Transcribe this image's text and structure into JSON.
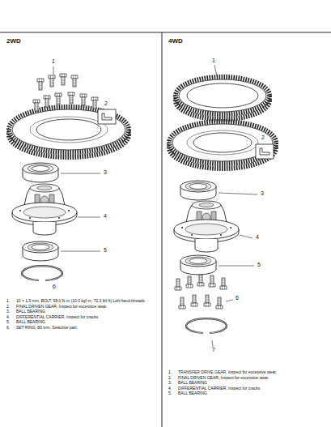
{
  "diagram": {
    "labels": [
      "2WD",
      "1",
      "2",
      "3",
      "4",
      "5",
      "6",
      "1.",
      "10 × 1.5 mm, BOLT, 98.0 N·m (10.0 kgf·m, 72.3 lbf·ft) Left-hand threads",
      "2.",
      "FINAL DRIVEN GEAR, Inspect for excessive wear.",
      "3.",
      "BALL BEARING",
      "4.",
      "DIFFERENTIAL CARRIER, Inspect for cracks",
      "5.",
      "BALL BEARING",
      "6.",
      "SET RING, 80 mm, Selective part.",
      "4WD",
      "1",
      "2",
      "3",
      "4",
      "5",
      "6",
      "7",
      "1.",
      "TRANSFER DRIVE GEAR, Inspect for excessive wear.",
      "2.",
      "FINAL DRIVEN GEAR, Inspect for excessive wear.",
      "3.",
      "BALL BEARING",
      "4.",
      "DIFFERENTIAL CARRIER, Inspect for cracks",
      "5.",
      "BALL BEARING"
    ]
  }
}
